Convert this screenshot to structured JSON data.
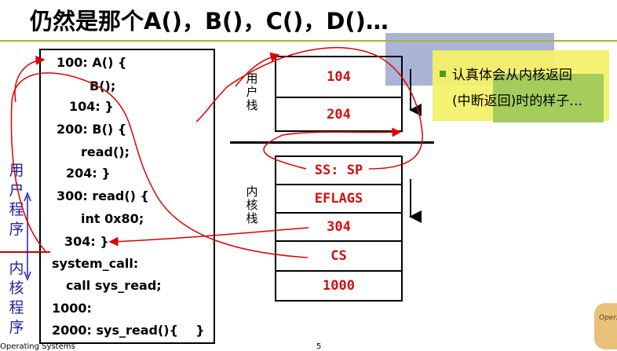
{
  "slide": {
    "title": "仍然是那个A()，B()，C()，D()…",
    "bullet_line1": "认真体会从内核返回",
    "bullet_line2": "(中断返回)时的样子…",
    "footer": "Operating Systems",
    "page_number": "5",
    "logo_text": "Oper..."
  },
  "code_lines": [
    "100: A() {",
    "B();",
    "104: }",
    "200: B() {",
    "read();",
    "204: }",
    "300: read() {",
    "int 0x80;",
    "304: }",
    "system_call:",
    "call sys_read;",
    "1000:",
    "2000: sys_read(){    }"
  ],
  "user_stack": {
    "label_chars": [
      "用",
      "户",
      "栈"
    ],
    "cells": [
      "104",
      "204"
    ]
  },
  "kernel_stack": {
    "label_chars": [
      "内",
      "核",
      "栈"
    ],
    "cells": [
      "SS: SP",
      "EFLAGS",
      "304",
      "CS",
      "1000"
    ]
  },
  "side_labels": {
    "user_program": [
      "用",
      "户",
      "程",
      "序"
    ],
    "kernel_program": [
      "内",
      "核",
      "程",
      "序"
    ]
  },
  "colors": {
    "accent_rule": "#a8b33a",
    "arrow_red": "#dd0000",
    "stack_text": "#d01010",
    "side_label": "#1f1faa"
  }
}
